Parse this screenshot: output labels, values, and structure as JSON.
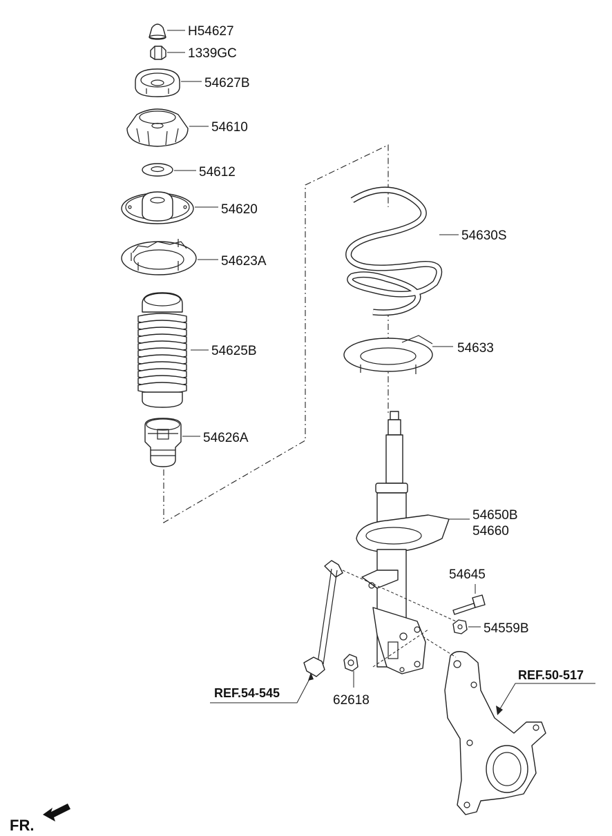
{
  "diagram": {
    "parts": [
      {
        "id": "h54627",
        "label": "H54627",
        "name": "dust cap"
      },
      {
        "id": "1339gc",
        "label": "1339GC",
        "name": "nut"
      },
      {
        "id": "54627b",
        "label": "54627B",
        "name": "washer"
      },
      {
        "id": "54610",
        "label": "54610",
        "name": "strut mount"
      },
      {
        "id": "54612",
        "label": "54612",
        "name": "bearing"
      },
      {
        "id": "54620",
        "label": "54620",
        "name": "upper spring seat"
      },
      {
        "id": "54623a",
        "label": "54623A",
        "name": "upper spring pad"
      },
      {
        "id": "54625b",
        "label": "54625B",
        "name": "dust cover"
      },
      {
        "id": "54626a",
        "label": "54626A",
        "name": "bump stopper"
      },
      {
        "id": "54630s",
        "label": "54630S",
        "name": "coil spring"
      },
      {
        "id": "54633",
        "label": "54633",
        "name": "lower spring pad"
      },
      {
        "id": "54650b",
        "label": "54650B",
        "name": "strut assembly"
      },
      {
        "id": "54660",
        "label": "54660",
        "name": "strut"
      },
      {
        "id": "54645",
        "label": "54645",
        "name": "bolt"
      },
      {
        "id": "54559b",
        "label": "54559B",
        "name": "nut"
      },
      {
        "id": "62618",
        "label": "62618",
        "name": "nut"
      }
    ],
    "references": {
      "stabilizer_link": "REF.54-545",
      "knuckle": "REF.50-517"
    },
    "direction_marker": "FR."
  }
}
